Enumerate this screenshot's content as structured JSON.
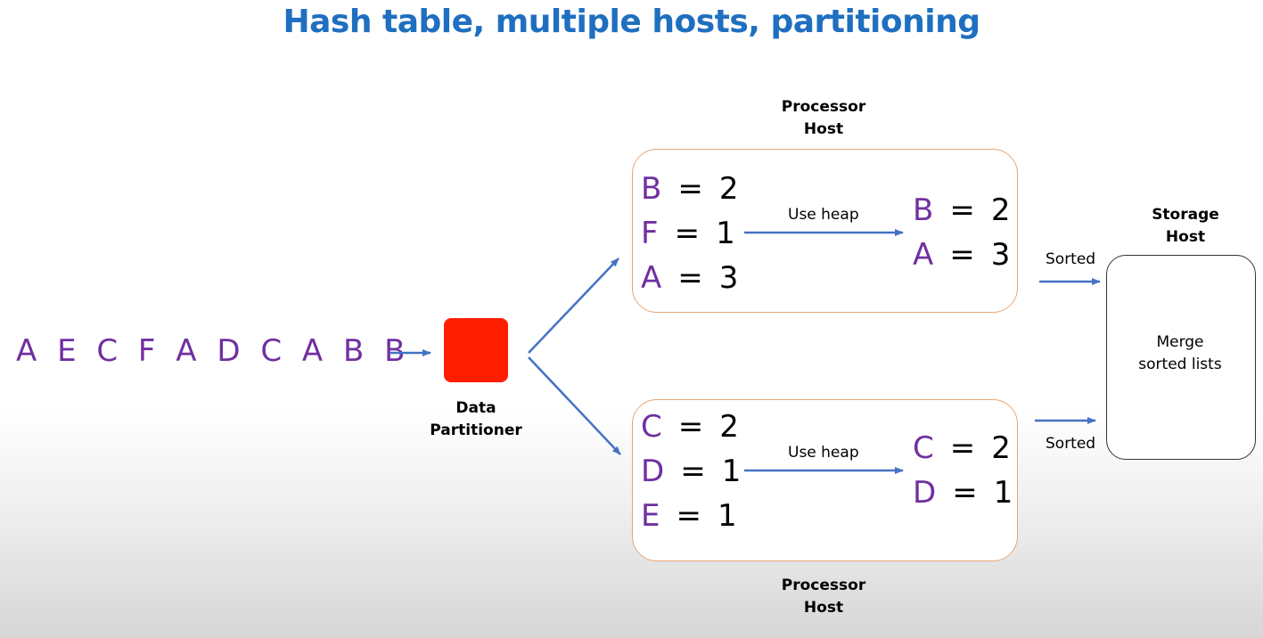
{
  "title": "Hash table, multiple hosts, partitioning",
  "input_sequence": "A E C F A D C A B B",
  "partitioner_label_line1": "Data",
  "partitioner_label_line2": "Partitioner",
  "processor_label_line1": "Processor",
  "processor_label_line2": "Host",
  "storage_label_line1": "Storage",
  "storage_label_line2": "Host",
  "storage_text_line1": "Merge",
  "storage_text_line2": "sorted lists",
  "heap_label": "Use heap",
  "sorted_label": "Sorted",
  "host_top": {
    "counts": [
      {
        "key": "B",
        "eq": "=",
        "value": "2"
      },
      {
        "key": "F",
        "eq": "=",
        "value": "1"
      },
      {
        "key": "A",
        "eq": "=",
        "value": "3"
      }
    ],
    "heap": [
      {
        "key": "B",
        "eq": "=",
        "value": "2"
      },
      {
        "key": "A",
        "eq": "=",
        "value": "3"
      }
    ]
  },
  "host_bottom": {
    "counts": [
      {
        "key": "C",
        "eq": "=",
        "value": "2"
      },
      {
        "key": "D",
        "eq": "=",
        "value": "1"
      },
      {
        "key": "E",
        "eq": "=",
        "value": "1"
      }
    ],
    "heap": [
      {
        "key": "C",
        "eq": "=",
        "value": "2"
      },
      {
        "key": "D",
        "eq": "=",
        "value": "1"
      }
    ]
  },
  "colors": {
    "title": "#1f6fc0",
    "letters": "#7030a0",
    "partitioner": "#ff1f00",
    "host_border": "#e4a77a",
    "arrow": "#4472c4"
  }
}
